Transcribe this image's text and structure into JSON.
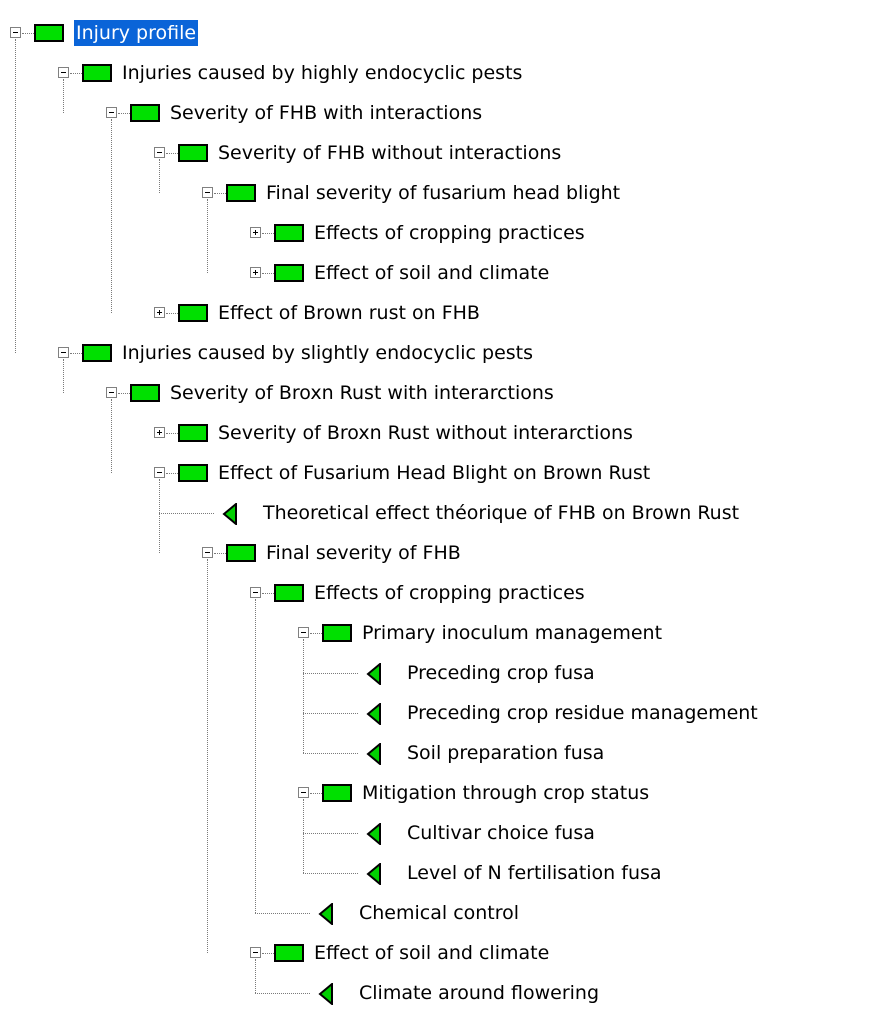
{
  "colors": {
    "box_fill": "#00e000",
    "selection": "#0a64d8",
    "triangle_fill": "#00d000"
  },
  "tree": {
    "nodes": [
      {
        "id": "injury-profile",
        "label": "Injury profile",
        "depth": 0,
        "kind": "folder",
        "expander": "minus",
        "selected": true
      },
      {
        "id": "highly-endocyclic",
        "label": "Injuries caused by highly endocyclic pests",
        "depth": 1,
        "kind": "folder",
        "expander": "minus"
      },
      {
        "id": "sev-fhb-with",
        "label": "Severity of FHB with interactions",
        "depth": 2,
        "kind": "folder",
        "expander": "minus"
      },
      {
        "id": "sev-fhb-without",
        "label": "Severity of FHB without interactions",
        "depth": 3,
        "kind": "folder",
        "expander": "minus"
      },
      {
        "id": "final-sev-fusarium",
        "label": "Final severity of fusarium head blight",
        "depth": 4,
        "kind": "folder",
        "expander": "minus"
      },
      {
        "id": "effects-cropping-1",
        "label": "Effects of cropping practices",
        "depth": 5,
        "kind": "folder",
        "expander": "plus"
      },
      {
        "id": "effect-soil-1",
        "label": "Effect of soil and climate",
        "depth": 5,
        "kind": "folder",
        "expander": "plus"
      },
      {
        "id": "effect-brown-rust",
        "label": "Effect of Brown rust on FHB",
        "depth": 3,
        "kind": "folder",
        "expander": "plus"
      },
      {
        "id": "slightly-endocyclic",
        "label": "Injuries caused by slightly endocyclic pests",
        "depth": 1,
        "kind": "folder",
        "expander": "minus"
      },
      {
        "id": "sev-broxn-with",
        "label": "Severity of Broxn Rust with interarctions",
        "depth": 2,
        "kind": "folder",
        "expander": "minus"
      },
      {
        "id": "sev-broxn-without",
        "label": "Severity of Broxn Rust without interarctions",
        "depth": 3,
        "kind": "folder",
        "expander": "plus"
      },
      {
        "id": "effect-fhb-on-br",
        "label": "Effect of Fusarium Head Blight on Brown Rust",
        "depth": 3,
        "kind": "folder",
        "expander": "minus"
      },
      {
        "id": "theoretical-effect",
        "label": "Theoretical effect théorique of FHB on Brown Rust",
        "depth": 4,
        "kind": "leaf"
      },
      {
        "id": "final-sev-fhb",
        "label": "Final severity of FHB",
        "depth": 4,
        "kind": "folder",
        "expander": "minus"
      },
      {
        "id": "effects-cropping-2",
        "label": "Effects of cropping practices",
        "depth": 5,
        "kind": "folder",
        "expander": "minus"
      },
      {
        "id": "primary-inoculum",
        "label": "Primary inoculum  management",
        "depth": 6,
        "kind": "folder",
        "expander": "minus"
      },
      {
        "id": "preceding-crop",
        "label": "Preceding crop fusa",
        "depth": 7,
        "kind": "leaf"
      },
      {
        "id": "preceding-residue",
        "label": "Preceding crop residue management",
        "depth": 7,
        "kind": "leaf"
      },
      {
        "id": "soil-prep",
        "label": "Soil preparation fusa",
        "depth": 7,
        "kind": "leaf"
      },
      {
        "id": "mitigation",
        "label": "Mitigation through crop status",
        "depth": 6,
        "kind": "folder",
        "expander": "minus"
      },
      {
        "id": "cultivar",
        "label": "Cultivar choice fusa",
        "depth": 7,
        "kind": "leaf"
      },
      {
        "id": "n-fertilisation",
        "label": "Level of N fertilisation fusa",
        "depth": 7,
        "kind": "leaf"
      },
      {
        "id": "chemical-control",
        "label": "Chemical control",
        "depth": 6,
        "kind": "leaf"
      },
      {
        "id": "effect-soil-2",
        "label": "Effect of soil and climate",
        "depth": 5,
        "kind": "folder",
        "expander": "minus"
      },
      {
        "id": "climate-flowering",
        "label": "Climate around flowering",
        "depth": 6,
        "kind": "leaf"
      }
    ]
  }
}
